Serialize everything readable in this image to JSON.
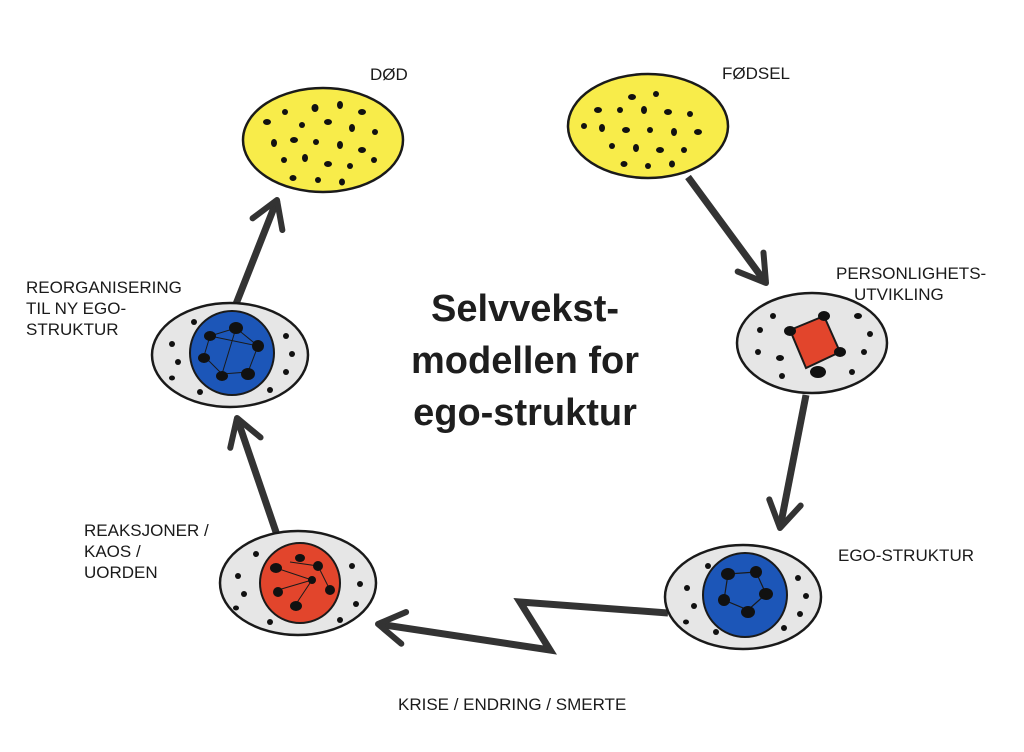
{
  "title_lines": [
    "Selvvekst-",
    "modellen for",
    "ego-struktur"
  ],
  "labels": {
    "dod": "DØD",
    "fodsel": "FØDSEL",
    "personlighet": [
      "PERSONLIGHETS-",
      "UTVIKLING"
    ],
    "ego_struktur": "EGO-STRUKTUR",
    "krise": "KRISE / ENDRING / SMERTE",
    "reaksjoner": [
      "REAKSJONER /",
      "KAOS /",
      "UORDEN"
    ],
    "reorganisering": [
      "REORGANISERING",
      "TIL NY EGO-",
      "STRUKTUR"
    ]
  },
  "colors": {
    "yellow": "#f8ec4a",
    "grey": "#e6e6e6",
    "blue": "#1c56b8",
    "red": "#e2452c",
    "outline": "#1a1a1a",
    "arrow": "#333333"
  }
}
